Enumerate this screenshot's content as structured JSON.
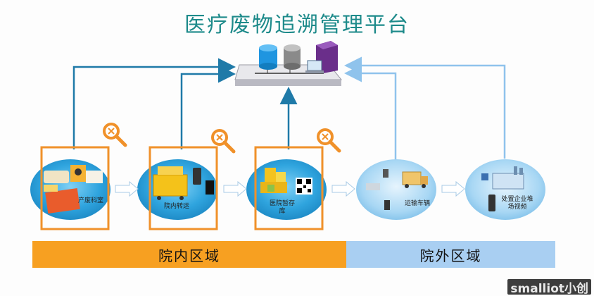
{
  "title": "医疗废物追溯管理平台",
  "nodes": [
    {
      "label": "产废科室",
      "zone": "in"
    },
    {
      "label": "院内转运",
      "zone": "in"
    },
    {
      "label": "医院暂存库",
      "zone": "in"
    },
    {
      "label": "运输车辆",
      "zone": "out"
    },
    {
      "label": "处置企业堆场视频",
      "zone": "out"
    }
  ],
  "zones": {
    "inside": "院内区域",
    "outside": "院外区域"
  },
  "brand": "smalliot小创",
  "colors": {
    "title": "#1d8a8a",
    "dark_arrow": "#1f7aa8",
    "light_arrow": "#8fc3ec",
    "highlight_box": "#f0912a",
    "zone_inside": "#f7a021",
    "zone_outside": "#a9cff2",
    "ellipse": "#2c9fd9"
  },
  "icons": [
    "server-rack-icon",
    "database-icon",
    "magnifier-icon",
    "qr-code-icon",
    "truck-icon",
    "factory-icon"
  ]
}
